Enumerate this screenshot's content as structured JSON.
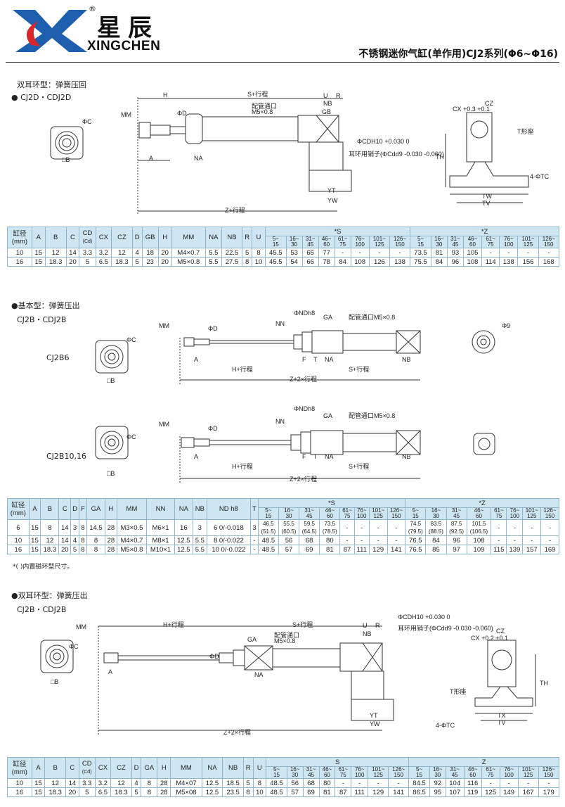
{
  "header": {
    "brand_cn": "星辰",
    "brand_en": "XINGCHEN",
    "reg": "®",
    "title": "不锈钢迷你气缸(单作用)CJ2系列(Φ6~Φ16)"
  },
  "sections": [
    {
      "title": "双耳环型：弹簧压回",
      "model": "● CJ2D・CDJ2D",
      "labels": {
        "H": "H",
        "S": "S+行程",
        "U": "U",
        "R": "R",
        "NB": "NB",
        "GB": "GB",
        "port": "配管通口",
        "port_size": "M5×0.8",
        "MM": "MM",
        "phiD": "ΦD",
        "phiC": "ΦC",
        "B": "□B",
        "A": "A",
        "NA": "NA",
        "CD": "ΦCDH10 +0.030 0",
        "pin": "耳环用销子(ΦCdd9 -0.030 -0.060)",
        "YT": "YT",
        "YW": "YW",
        "Z": "Z+行程",
        "CX": "CX +0.3 +0.1",
        "CZ": "CZ",
        "Tbracket": "T形座",
        "TH": "TH",
        "TC": "4-ΦTC",
        "TW": "TW",
        "TV": "TV"
      }
    },
    {
      "title": "●基本型：弹簧压出",
      "model": "CJ2B・CDJ2B",
      "sub1": "CJ2B6",
      "sub2": "CJ2B10,16",
      "labels": {
        "MM": "MM",
        "phiD": "ΦD",
        "NN": "NN",
        "NDh8": "ΦNDh8",
        "GA": "GA",
        "port": "配管通口M5×0.8",
        "phi9": "Φ9",
        "phiC": "ΦC",
        "B": "□B",
        "A": "A",
        "F": "F",
        "T": "T",
        "NA": "NA",
        "NB": "NB",
        "H": "H+行程",
        "S": "S+行程",
        "Z": "Z+2×行程"
      }
    },
    {
      "title": "●双耳环型：弹簧压出",
      "model": "CJ2B・CDJ2B",
      "labels": {
        "MM": "MM",
        "H": "H+行程",
        "S": "S+行程",
        "U": "U",
        "R": "R",
        "NB": "NB",
        "GA": "GA",
        "port": "配管通口",
        "port_size": "M5×0.8",
        "phiD": "ΦD",
        "phiC": "ΦC",
        "B": "□B",
        "A": "A",
        "NA": "NA",
        "CD": "ΦCDH10 +0.030 0",
        "pin": "耳环用销子(ΦCdd9 -0.030 -0.060)",
        "YT": "YT",
        "YW": "YW",
        "Z": "Z+2×行程",
        "CX": "CX +0.2 +0.1",
        "CZ": "CZ",
        "Tbracket": "T形座",
        "TH": "TH",
        "TC": "4-ΦTC",
        "TX": "TX",
        "TV": "TV"
      }
    }
  ],
  "table1": {
    "head": [
      "缸径\n(mm)",
      "A",
      "B",
      "C",
      "CD",
      "CX",
      "CZ",
      "D",
      "GB",
      "H",
      "MM",
      "NA",
      "NB",
      "R",
      "U"
    ],
    "cd_sub": "(Cd)",
    "s_head": "*S",
    "z_head": "*Z",
    "ranges": [
      "5~\n15",
      "16~\n30",
      "31~\n45",
      "46~\n60",
      "61~\n75",
      "76~\n100",
      "101~\n125",
      "126~\n150"
    ],
    "rows": [
      [
        "10",
        "15",
        "12",
        "14",
        "3.3",
        "3.2",
        "12",
        "4",
        "18",
        "20",
        "M4×0.7",
        "5.5",
        "22.5",
        "5",
        "8",
        "45.5",
        "53",
        "65",
        "77",
        "-",
        "-",
        "-",
        "-",
        "73.5",
        "81",
        "93",
        "105",
        "-",
        "-",
        "-",
        "-"
      ],
      [
        "16",
        "15",
        "18.3",
        "20",
        "5",
        "6.5",
        "18.3",
        "5",
        "23",
        "20",
        "M5×0.8",
        "5.5",
        "27.5",
        "8",
        "10",
        "45.5",
        "54",
        "66",
        "78",
        "84",
        "108",
        "126",
        "138",
        "75.5",
        "84",
        "96",
        "108",
        "114",
        "138",
        "156",
        "168"
      ]
    ]
  },
  "table2": {
    "head": [
      "缸径\n(mm)",
      "A",
      "B",
      "C",
      "D",
      "F",
      "GA",
      "H",
      "MM",
      "NN",
      "NA",
      "NB",
      "ND h8",
      "T"
    ],
    "s_head": "*S",
    "z_head": "*Z",
    "ranges": [
      "5~\n15",
      "16~\n30",
      "31~\n45",
      "46~\n60",
      "61~\n75",
      "76~\n100",
      "101~\n125",
      "126~\n150"
    ],
    "rows": [
      [
        "6",
        "15",
        "8",
        "14",
        "3",
        "8",
        "14.5",
        "28",
        "M3×0.5",
        "M6×1",
        "16",
        "3",
        "6 0/-0.018",
        "3",
        "46.5\n(51.5)",
        "55.5\n(60.5)",
        "59.5\n(64.5)",
        "73.5\n(78.5)",
        "-",
        "-",
        "-",
        "-",
        "74.5\n(79.5)",
        "83.5\n(88.5)",
        "87.5\n(92.5)",
        "101.5\n(106.5)",
        "-",
        "-",
        "-",
        "-"
      ],
      [
        "10",
        "15",
        "12",
        "14",
        "4",
        "8",
        "8",
        "28",
        "M4×0.7",
        "M8×1",
        "12.5",
        "5.5",
        "8 0/-0.022",
        "-",
        "48.5",
        "56",
        "68",
        "80",
        "-",
        "-",
        "-",
        "-",
        "76.5",
        "84",
        "96",
        "108",
        "-",
        "-",
        "-",
        "-"
      ],
      [
        "16",
        "15",
        "18.3",
        "20",
        "5",
        "8",
        "8",
        "28",
        "M5×0.8",
        "M10×1",
        "12.5",
        "5.5",
        "10 0/-0.022",
        "-",
        "48.5",
        "57",
        "69",
        "81",
        "87",
        "111",
        "129",
        "141",
        "76.5",
        "85",
        "97",
        "109",
        "115",
        "139",
        "157",
        "169"
      ]
    ],
    "note": "*( )内置磁环型尺寸。"
  },
  "table3": {
    "head": [
      "缸径\n(mm)",
      "A",
      "B",
      "C",
      "CD",
      "CX",
      "CZ",
      "D",
      "GA",
      "H",
      "MM",
      "NA",
      "NB",
      "R",
      "U"
    ],
    "cd_sub": "(Cd)",
    "s_head": "S",
    "z_head": "Z",
    "ranges": [
      "5~\n15",
      "16~\n30",
      "31~\n45",
      "46~\n60",
      "61~\n75",
      "76~\n100",
      "101~\n125",
      "126~\n150"
    ],
    "rows": [
      [
        "10",
        "15",
        "12",
        "14",
        "3.3",
        "3.2",
        "12",
        "4",
        "8",
        "28",
        "M4×07",
        "12.5",
        "18.5",
        "5",
        "8",
        "48.5",
        "56",
        "68",
        "80",
        "-",
        "-",
        "-",
        "-",
        "84.5",
        "92",
        "104",
        "116",
        "-",
        "-",
        "-",
        "-"
      ],
      [
        "16",
        "15",
        "18.3",
        "20",
        "5",
        "6.5",
        "18.3",
        "5",
        "8",
        "28",
        "M5×08",
        "12.5",
        "23.5",
        "8",
        "10",
        "48.5",
        "57",
        "69",
        "81",
        "87",
        "111",
        "129",
        "141",
        "86.5",
        "95",
        "107",
        "119",
        "125",
        "149",
        "167",
        "179"
      ]
    ]
  },
  "colors": {
    "logo_blue": "#1d5fae",
    "logo_red": "#d9262c",
    "table_head": "#cde6f2",
    "table_border": "#8fb6cc"
  }
}
